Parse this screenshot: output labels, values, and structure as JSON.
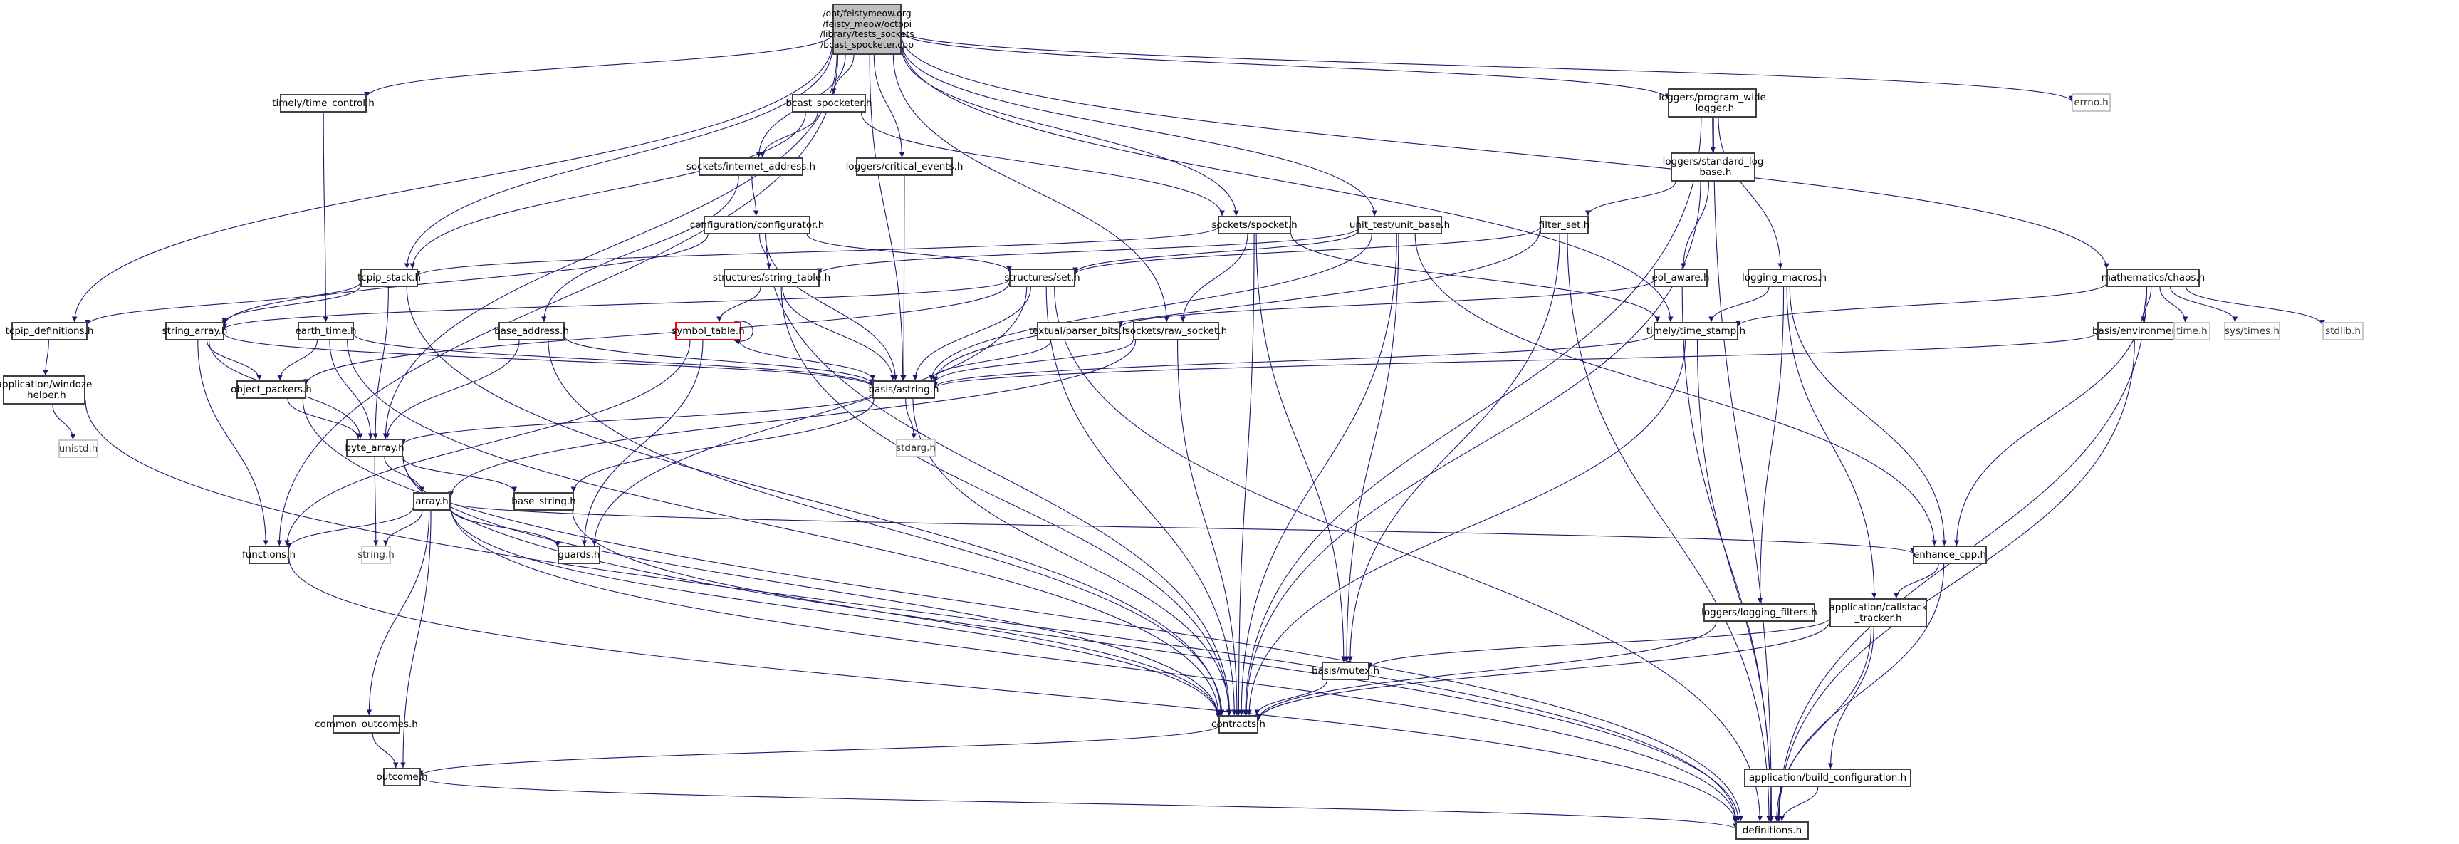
{
  "graph": {
    "title": "Include dependency graph for bcast_spocketer.cpp",
    "edge_color": "#191970",
    "root": "/opt/feistymeow.org\n/feisty_meow/octopi\n/library/tests_sockets\n/bcast_spocketer.cpp",
    "nodes": {
      "root": "/opt/feistymeow.org\n/feisty_meow/octopi\n/library/tests_sockets\n/bcast_spocketer.cpp",
      "time_control": "timely/time_control.h",
      "bcast_spocketer": "bcast_spocketer.h",
      "internet_address": "sockets/internet_address.h",
      "critical_events": "loggers/critical_events.h",
      "configurator": "configuration/configurator.h",
      "spocket": "sockets/spocket.h",
      "unit_base": "unit_test/unit_base.h",
      "program_wide_logger": "loggers/program_wide\n_logger.h",
      "standard_log_base": "loggers/standard_log\n_base.h",
      "filter_set": "filter_set.h",
      "errno": "errno.h",
      "tcpip_stack": "tcpip_stack.h",
      "string_table": "structures/string_table.h",
      "set": "structures/set.h",
      "eol_aware": "eol_aware.h",
      "logging_macros": "logging_macros.h",
      "chaos": "mathematics/chaos.h",
      "tcpip_definitions": "tcpip_definitions.h",
      "string_array": "string_array.h",
      "earth_time": "earth_time.h",
      "base_address": "base_address.h",
      "symbol_table": "symbol_table.h",
      "parser_bits": "textual/parser_bits.h",
      "raw_socket": "sockets/raw_socket.h",
      "time_stamp": "timely/time_stamp.h",
      "environment": "basis/environment.h",
      "time_h": "time.h",
      "sys_times": "sys/times.h",
      "stdlib": "stdlib.h",
      "windoze_helper": "application/windoze\n_helper.h",
      "object_packers": "object_packers.h",
      "astring": "basis/astring.h",
      "unistd": "unistd.h",
      "stdarg": "stdarg.h",
      "byte_array": "byte_array.h",
      "array": "array.h",
      "base_string": "base_string.h",
      "functions": "functions.h",
      "string_h": "string.h",
      "guards": "guards.h",
      "enhance_cpp": "enhance_cpp.h",
      "logging_filters": "loggers/logging_filters.h",
      "callstack_tracker": "application/callstack\n_tracker.h",
      "mutex": "basis/mutex.h",
      "common_outcomes": "common_outcomes.h",
      "contracts": "contracts.h",
      "outcome": "outcome.h",
      "build_configuration": "application/build_configuration.h",
      "definitions": "definitions.h"
    },
    "edges": [
      [
        "root",
        "time_control"
      ],
      [
        "root",
        "bcast_spocketer"
      ],
      [
        "root",
        "internet_address"
      ],
      [
        "root",
        "critical_events"
      ],
      [
        "root",
        "spocket"
      ],
      [
        "root",
        "unit_base"
      ],
      [
        "root",
        "program_wide_logger"
      ],
      [
        "root",
        "errno"
      ],
      [
        "root",
        "tcpip_stack"
      ],
      [
        "root",
        "chaos"
      ],
      [
        "root",
        "tcpip_definitions"
      ],
      [
        "root",
        "functions"
      ],
      [
        "root",
        "byte_array"
      ],
      [
        "root",
        "astring"
      ],
      [
        "root",
        "raw_socket"
      ],
      [
        "root",
        "time_stamp"
      ],
      [
        "time_control",
        "earth_time"
      ],
      [
        "bcast_spocketer",
        "internet_address"
      ],
      [
        "bcast_spocketer",
        "spocket"
      ],
      [
        "bcast_spocketer",
        "tcpip_stack"
      ],
      [
        "internet_address",
        "configurator"
      ],
      [
        "internet_address",
        "base_address"
      ],
      [
        "critical_events",
        "astring"
      ],
      [
        "configurator",
        "string_table"
      ],
      [
        "configurator",
        "set"
      ],
      [
        "configurator",
        "astring"
      ],
      [
        "configurator",
        "contracts"
      ],
      [
        "configurator",
        "string_array"
      ],
      [
        "spocket",
        "tcpip_stack"
      ],
      [
        "spocket",
        "raw_socket"
      ],
      [
        "spocket",
        "contracts"
      ],
      [
        "spocket",
        "mutex"
      ],
      [
        "spocket",
        "time_stamp"
      ],
      [
        "unit_base",
        "astring"
      ],
      [
        "unit_base",
        "string_table"
      ],
      [
        "unit_base",
        "contracts"
      ],
      [
        "unit_base",
        "mutex"
      ],
      [
        "unit_base",
        "enhance_cpp"
      ],
      [
        "unit_base",
        "set"
      ],
      [
        "program_wide_logger",
        "standard_log_base"
      ],
      [
        "program_wide_logger",
        "logging_macros"
      ],
      [
        "program_wide_logger",
        "contracts"
      ],
      [
        "program_wide_logger",
        "definitions"
      ],
      [
        "standard_log_base",
        "filter_set"
      ],
      [
        "standard_log_base",
        "eol_aware"
      ],
      [
        "standard_log_base",
        "contracts"
      ],
      [
        "filter_set",
        "set"
      ],
      [
        "filter_set",
        "mutex"
      ],
      [
        "filter_set",
        "definitions"
      ],
      [
        "filter_set",
        "astring"
      ],
      [
        "tcpip_stack",
        "tcpip_definitions"
      ],
      [
        "tcpip_stack",
        "string_array"
      ],
      [
        "tcpip_stack",
        "byte_array"
      ],
      [
        "tcpip_stack",
        "contracts"
      ],
      [
        "string_table",
        "symbol_table"
      ],
      [
        "string_table",
        "astring"
      ],
      [
        "string_table",
        "contracts"
      ],
      [
        "set",
        "string_array"
      ],
      [
        "set",
        "astring"
      ],
      [
        "set",
        "contracts"
      ],
      [
        "set",
        "guards"
      ],
      [
        "set",
        "definitions"
      ],
      [
        "set",
        "object_packers"
      ],
      [
        "eol_aware",
        "parser_bits"
      ],
      [
        "eol_aware",
        "definitions"
      ],
      [
        "logging_macros",
        "time_stamp"
      ],
      [
        "logging_macros",
        "logging_filters"
      ],
      [
        "logging_macros",
        "callstack_tracker"
      ],
      [
        "logging_macros",
        "enhance_cpp"
      ],
      [
        "chaos",
        "environment"
      ],
      [
        "chaos",
        "time_h"
      ],
      [
        "chaos",
        "sys_times"
      ],
      [
        "chaos",
        "stdlib"
      ],
      [
        "chaos",
        "time_stamp"
      ],
      [
        "chaos",
        "enhance_cpp"
      ],
      [
        "chaos",
        "definitions"
      ],
      [
        "tcpip_definitions",
        "windoze_helper"
      ],
      [
        "string_array",
        "object_packers"
      ],
      [
        "string_array",
        "byte_array"
      ],
      [
        "string_array",
        "functions"
      ],
      [
        "string_array",
        "astring"
      ],
      [
        "earth_time",
        "object_packers"
      ],
      [
        "earth_time",
        "byte_array"
      ],
      [
        "earth_time",
        "astring"
      ],
      [
        "earth_time",
        "contracts"
      ],
      [
        "base_address",
        "astring"
      ],
      [
        "base_address",
        "byte_array"
      ],
      [
        "base_address",
        "contracts"
      ],
      [
        "symbol_table",
        "symbol_table"
      ],
      [
        "symbol_table",
        "astring"
      ],
      [
        "symbol_table",
        "functions"
      ],
      [
        "symbol_table",
        "guards"
      ],
      [
        "parser_bits",
        "astring"
      ],
      [
        "raw_socket",
        "astring"
      ],
      [
        "raw_socket",
        "array"
      ],
      [
        "raw_socket",
        "contracts"
      ],
      [
        "time_stamp",
        "astring"
      ],
      [
        "time_stamp",
        "contracts"
      ],
      [
        "time_stamp",
        "definitions"
      ],
      [
        "environment",
        "astring"
      ],
      [
        "environment",
        "definitions"
      ],
      [
        "windoze_helper",
        "unistd"
      ],
      [
        "windoze_helper",
        "definitions"
      ],
      [
        "object_packers",
        "byte_array"
      ],
      [
        "object_packers",
        "definitions"
      ],
      [
        "astring",
        "byte_array"
      ],
      [
        "astring",
        "base_string"
      ],
      [
        "astring",
        "stdarg"
      ],
      [
        "astring",
        "contracts"
      ],
      [
        "byte_array",
        "array"
      ],
      [
        "byte_array",
        "base_string"
      ],
      [
        "byte_array",
        "string_h"
      ],
      [
        "byte_array",
        "contracts"
      ],
      [
        "byte_array",
        "definitions"
      ],
      [
        "array",
        "functions"
      ],
      [
        "array",
        "string_h"
      ],
      [
        "array",
        "guards"
      ],
      [
        "array",
        "enhance_cpp"
      ],
      [
        "array",
        "common_outcomes"
      ],
      [
        "array",
        "outcome"
      ],
      [
        "array",
        "contracts"
      ],
      [
        "array",
        "definitions"
      ],
      [
        "base_string",
        "contracts"
      ],
      [
        "functions",
        "definitions"
      ],
      [
        "enhance_cpp",
        "callstack_tracker"
      ],
      [
        "enhance_cpp",
        "definitions"
      ],
      [
        "logging_filters",
        "contracts"
      ],
      [
        "callstack_tracker",
        "mutex"
      ],
      [
        "callstack_tracker",
        "contracts"
      ],
      [
        "callstack_tracker",
        "build_configuration"
      ],
      [
        "callstack_tracker",
        "definitions"
      ],
      [
        "mutex",
        "contracts"
      ],
      [
        "common_outcomes",
        "outcome"
      ],
      [
        "contracts",
        "outcome"
      ],
      [
        "outcome",
        "definitions"
      ],
      [
        "build_configuration",
        "definitions"
      ]
    ]
  }
}
